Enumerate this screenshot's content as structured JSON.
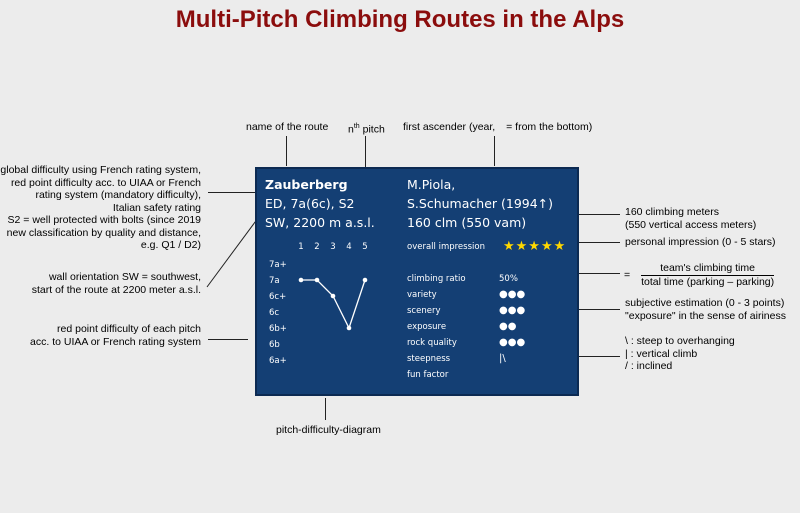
{
  "title": "Multi-Pitch Climbing Routes in the Alps",
  "annotations": {
    "name_of_route": "name of the route",
    "nth_pitch_n": "n",
    "nth_pitch_sup": "th",
    "nth_pitch_rest": " pitch",
    "first_ascender": "first ascender (year,",
    "first_ascender_rest": "= from the bottom)",
    "global_difficulty": [
      "global difficulty using French rating system,",
      "red point difficulty acc. to UIAA or French",
      "rating system (mandatory difficulty),",
      "Italian safety rating",
      "S2 = well protected with bolts (since 2019",
      "new  classification by quality and distance,",
      "e.g. Q1 / D2)"
    ],
    "wall_orientation": [
      "wall orientation SW = southwest,",
      "start of the route at 2200 meter a.s.l."
    ],
    "red_point_pitch": [
      "red point difficulty of each pitch",
      "acc. to UIAA or French rating system"
    ],
    "pitch_diagram": "pitch-difficulty-diagram",
    "climbing_meters": [
      "160 climbing meters",
      "(550 vertical access meters)"
    ],
    "personal_impression": "personal impression (0 - 5 stars)",
    "ratio_eq": "=",
    "ratio_num": "team's climbing time",
    "ratio_den": "total time (parking – parking)",
    "subjective": [
      "subjective estimation (0 - 3 points)",
      "\"exposure\" in the sense of airiness"
    ],
    "steepness": [
      "\\ : steep to overhanging",
      "| : vertical climb",
      "/ : inclined"
    ]
  },
  "card": {
    "route_name": "Zauberberg",
    "difficulty": "ED, 7a(6c), S2",
    "orientation": "SW, 2200 m a.s.l.",
    "ascender1": "M.Piola,",
    "ascender2": "S.Schumacher (1994↑)",
    "meters": "160 clm (550 vam)",
    "overall_label": "overall impression",
    "stars": "★★★★★",
    "rows": [
      {
        "label": "climbing ratio",
        "value": "50%"
      },
      {
        "label": "variety",
        "value": "●●●"
      },
      {
        "label": "scenery",
        "value": "●●●"
      },
      {
        "label": "exposure",
        "value": "●●"
      },
      {
        "label": "rock quality",
        "value": "●●●"
      },
      {
        "label": "steepness",
        "value": "|\\"
      },
      {
        "label": "fun factor",
        "value": ""
      }
    ]
  },
  "chart_data": {
    "type": "line",
    "categories": [
      "1",
      "2",
      "3",
      "4",
      "5"
    ],
    "y_levels": [
      "7a+",
      "7a",
      "6c+",
      "6c",
      "6b+",
      "6b",
      "6a+"
    ],
    "values": [
      "7a",
      "7a",
      "6c+",
      "6b+",
      "7a"
    ],
    "title": "",
    "xlabel": "",
    "ylabel": ""
  }
}
